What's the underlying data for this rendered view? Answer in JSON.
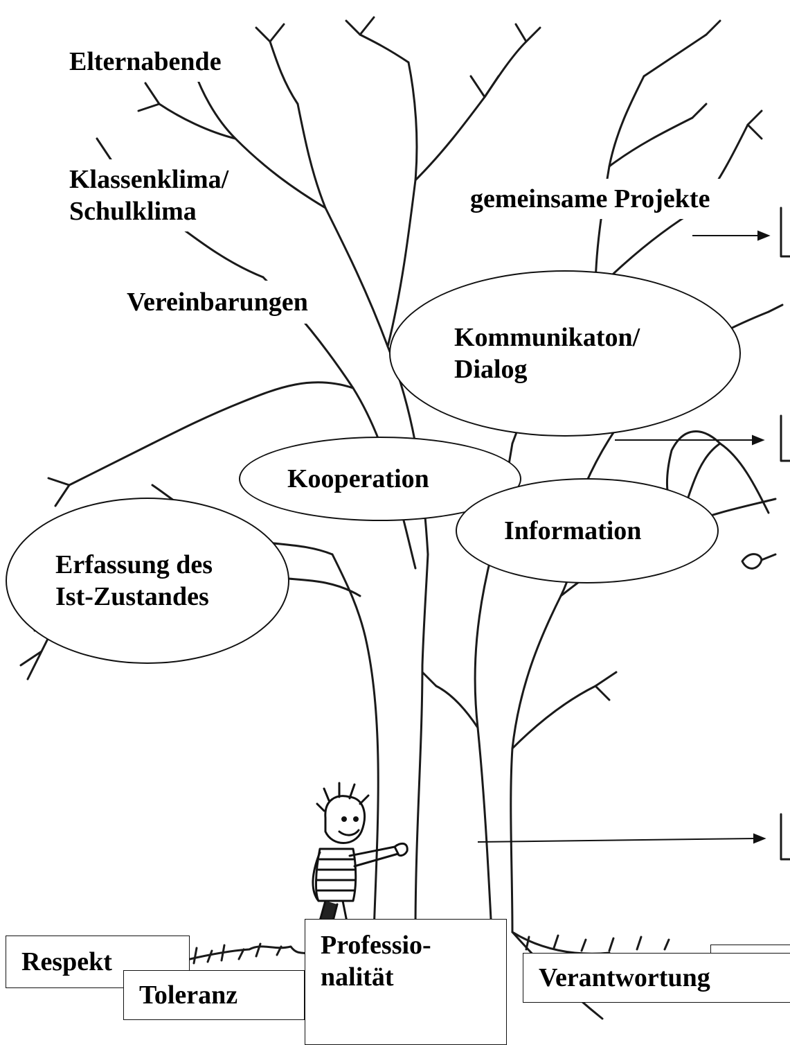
{
  "labels": {
    "elternabende": "Elternabende",
    "klassenklima": "Klassenklima/\nSchulklima",
    "gemeinsame_projekte": "gemeinsame Projekte",
    "vereinbarungen": "Vereinbarungen",
    "kommunikation": "Kommunikaton/\nDialog",
    "kooperation": "Kooperation",
    "erfassung": "Erfassung des\nIst-Zustandes",
    "information": "Information",
    "professionalitaet": "Professio-\nnalität",
    "respekt": "Respekt",
    "toleranz": "Toleranz",
    "verantwortung": "Verantwortung"
  },
  "illustration": {
    "tree": "tree-illustration",
    "child": "child-figure",
    "arrows": "arrow-icon"
  },
  "colors": {
    "ink": "#111111",
    "background": "#ffffff"
  }
}
